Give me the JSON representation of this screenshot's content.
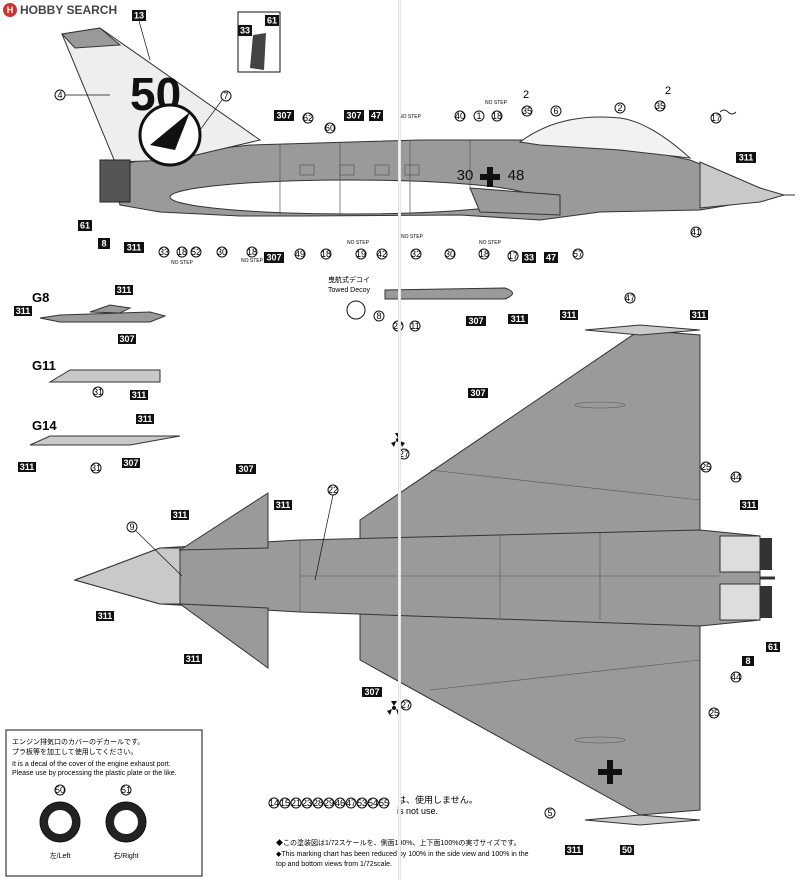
{
  "watermark": "HOBBY SEARCH",
  "groups": {
    "g8": "G8",
    "g11": "G11",
    "g14": "G14"
  },
  "marking": {
    "serial_left": "30",
    "serial_right": "48",
    "step": "NO STEP"
  },
  "decoy": {
    "jp": "曳航式デコイ",
    "en": "Towed Decoy"
  },
  "callouts": {
    "c2": "2",
    "c35": "35",
    "c13": "13",
    "c61": "61",
    "c33": "33",
    "c4": "4",
    "c7": "7",
    "c307": "307",
    "c62": "62",
    "c60": "60",
    "c47": "47",
    "c18": "18",
    "c40": "40",
    "c1": "1",
    "c6": "6",
    "c17": "17",
    "c311": "311",
    "c8": "8",
    "c52": "52",
    "c30": "30",
    "c49": "49",
    "c19": "19",
    "c42": "42",
    "c32": "32",
    "c57": "57",
    "c41": "41",
    "c27": "27",
    "c11": "11",
    "c31": "31",
    "c9": "9",
    "c22": "22",
    "c25": "25",
    "c44": "44",
    "c5": "5",
    "c50": "50",
    "c51": "51"
  },
  "unused": {
    "numbers": [
      "14",
      "15",
      "21",
      "23",
      "28",
      "29",
      "46",
      "47",
      "53",
      "54",
      "55"
    ],
    "jp": "は、使用しません。",
    "en": "is not use."
  },
  "exhaust_box": {
    "jp1": "エンジン排気口のカバーのデカールです。",
    "jp2": "プラ板等を加工して使用してください。",
    "en1": "It is a decal of the cover of the engine exhaust port.",
    "en2": "Please use by processing the plastic plate or the like.",
    "left_label": "左/Left",
    "right_label": "右/Right"
  },
  "footnote": {
    "jp": "◆この塗装図は1/72スケールを、側面100%、上下面100%の実寸サイズです。",
    "en1": "◆This marking chart has been reduced by 100% in the side view and 100% in the",
    "en2": "top and bottom views from 1/72scale."
  },
  "colors": {
    "grey": "#9a9a9a",
    "light_grey": "#c9c9c9",
    "badge": "#111111"
  },
  "icons": [
    "insignia-cross-icon",
    "propeller-icon",
    "antenna-icon"
  ]
}
